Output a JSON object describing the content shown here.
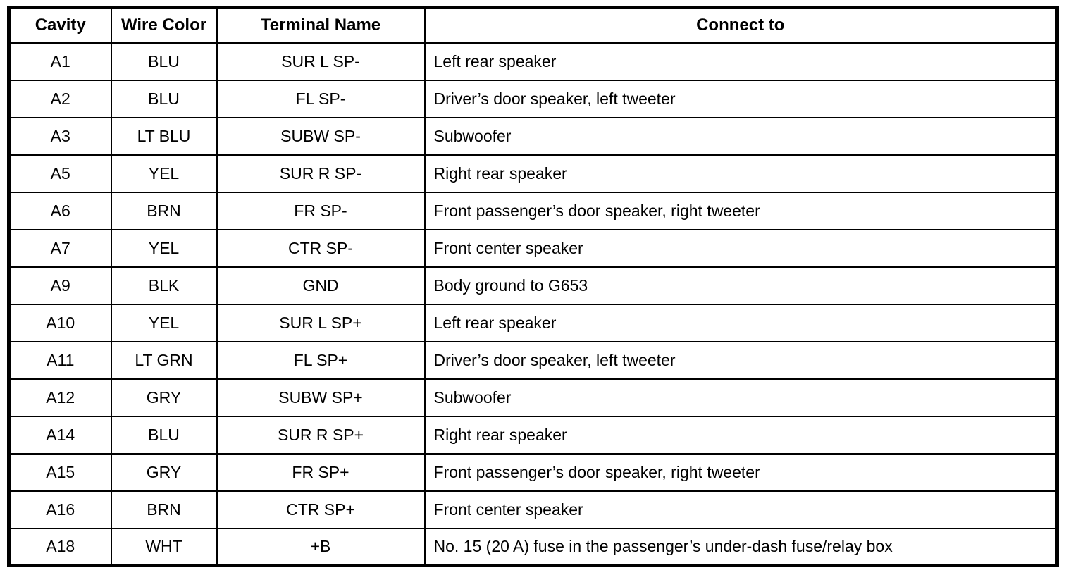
{
  "page": {
    "background": "#ffffff",
    "border_color": "#000000",
    "text_color": "#000000"
  },
  "table": {
    "headers": {
      "cavity": "Cavity",
      "wire_color": "Wire Color",
      "terminal_name": "Terminal Name",
      "connect_to": "Connect to"
    },
    "rows": [
      [
        "A1",
        "BLU",
        "SUR L SP-",
        "Left rear speaker"
      ],
      [
        "A2",
        "BLU",
        "FL SP-",
        "Driver’s door speaker, left tweeter"
      ],
      [
        "A3",
        "LT BLU",
        "SUBW SP-",
        "Subwoofer"
      ],
      [
        "A5",
        "YEL",
        "SUR R SP-",
        "Right rear speaker"
      ],
      [
        "A6",
        "BRN",
        "FR SP-",
        "Front passenger’s door speaker, right tweeter"
      ],
      [
        "A7",
        "YEL",
        "CTR SP-",
        "Front center speaker"
      ],
      [
        "A9",
        "BLK",
        "GND",
        "Body ground to G653"
      ],
      [
        "A10",
        "YEL",
        "SUR L SP+",
        "Left rear speaker"
      ],
      [
        "A11",
        "LT GRN",
        "FL SP+",
        "Driver’s door speaker, left tweeter"
      ],
      [
        "A12",
        "GRY",
        "SUBW SP+",
        "Subwoofer"
      ],
      [
        "A14",
        "BLU",
        "SUR R SP+",
        "Right rear speaker"
      ],
      [
        "A15",
        "GRY",
        "FR SP+",
        "Front passenger’s door speaker, right tweeter"
      ],
      [
        "A16",
        "BRN",
        "CTR SP+",
        "Front center speaker"
      ],
      [
        "A18",
        "WHT",
        "+B",
        "No. 15 (20 A) fuse in the passenger’s under-dash fuse/relay box"
      ]
    ]
  }
}
